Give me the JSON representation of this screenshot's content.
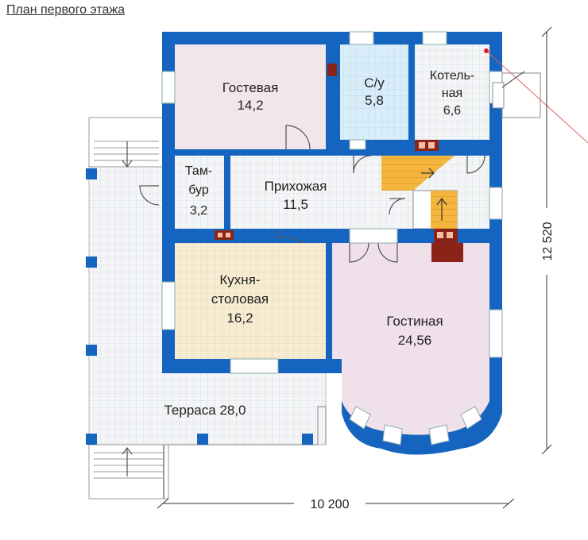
{
  "page_title": "План первого этажа",
  "rooms": {
    "guest": {
      "name": "Гостевая",
      "area": "14,2"
    },
    "bathroom": {
      "name": "С/у",
      "area": "5,8"
    },
    "boiler": {
      "name_line1": "Котель-",
      "name_line2": "ная",
      "area": "6,6"
    },
    "vestibule": {
      "name_line1": "Там-",
      "name_line2": "бур",
      "area": "3,2"
    },
    "hallway": {
      "name": "Прихожая",
      "area": "11,5"
    },
    "kitchen": {
      "name_line1": "Кухня-",
      "name_line2": "столовая",
      "area": "16,2"
    },
    "living": {
      "name": "Гостиная",
      "area": "24,56"
    },
    "terrace": {
      "name": "Терраса 28,0"
    }
  },
  "dimensions": {
    "width": "10 200",
    "height": "12 520"
  },
  "colors": {
    "wall": "#1565c0",
    "wall_light": "#1e88e5",
    "guest_fill": "#f2e6ea",
    "bathroom_fill": "#d6ecf7",
    "kitchen_fill": "#f7ebcf",
    "living_fill": "#f0e0ea",
    "floor_grid": "#eef1f4",
    "stairs": "#f4b63f",
    "chimney": "#8b2318"
  }
}
